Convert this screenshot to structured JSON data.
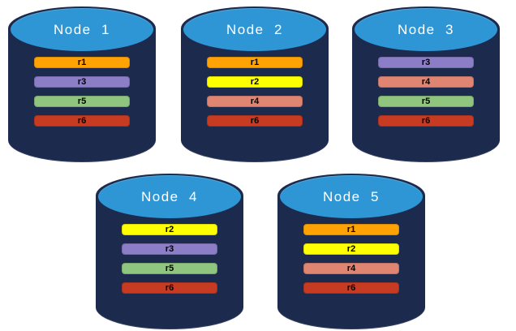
{
  "colors": {
    "cylinder_body": "#1C2B4D",
    "cylinder_top": "#2E96D4",
    "node_title_text": "#FFFFFF",
    "bar_label_text": "#000000"
  },
  "replica_colors": {
    "r1": "#FFA304",
    "r2": "#FFFF00",
    "r3": "#8B7DC6",
    "r4": "#DF8571",
    "r5": "#8FC57E",
    "r6": "#C73B22"
  },
  "nodes": [
    {
      "label": "Node  1",
      "replicas": [
        {
          "label": "r1",
          "color": "#FFA304"
        },
        {
          "label": "r3",
          "color": "#8B7DC6"
        },
        {
          "label": "r5",
          "color": "#8FC57E"
        },
        {
          "label": "r6",
          "color": "#C73B22"
        }
      ]
    },
    {
      "label": "Node  2",
      "replicas": [
        {
          "label": "r1",
          "color": "#FFA304"
        },
        {
          "label": "r2",
          "color": "#FFFF00"
        },
        {
          "label": "r4",
          "color": "#DF8571"
        },
        {
          "label": "r6",
          "color": "#C73B22"
        }
      ]
    },
    {
      "label": "Node  3",
      "replicas": [
        {
          "label": "r3",
          "color": "#8B7DC6"
        },
        {
          "label": "r4",
          "color": "#DF8571"
        },
        {
          "label": "r5",
          "color": "#8FC57E"
        },
        {
          "label": "r6",
          "color": "#C73B22"
        }
      ]
    },
    {
      "label": "Node  4",
      "replicas": [
        {
          "label": "r2",
          "color": "#FFFF00"
        },
        {
          "label": "r3",
          "color": "#8B7DC6"
        },
        {
          "label": "r5",
          "color": "#8FC57E"
        },
        {
          "label": "r6",
          "color": "#C73B22"
        }
      ]
    },
    {
      "label": "Node  5",
      "replicas": [
        {
          "label": "r1",
          "color": "#FFA304"
        },
        {
          "label": "r2",
          "color": "#FFFF00"
        },
        {
          "label": "r4",
          "color": "#DF8571"
        },
        {
          "label": "r6",
          "color": "#C73B22"
        }
      ]
    }
  ]
}
